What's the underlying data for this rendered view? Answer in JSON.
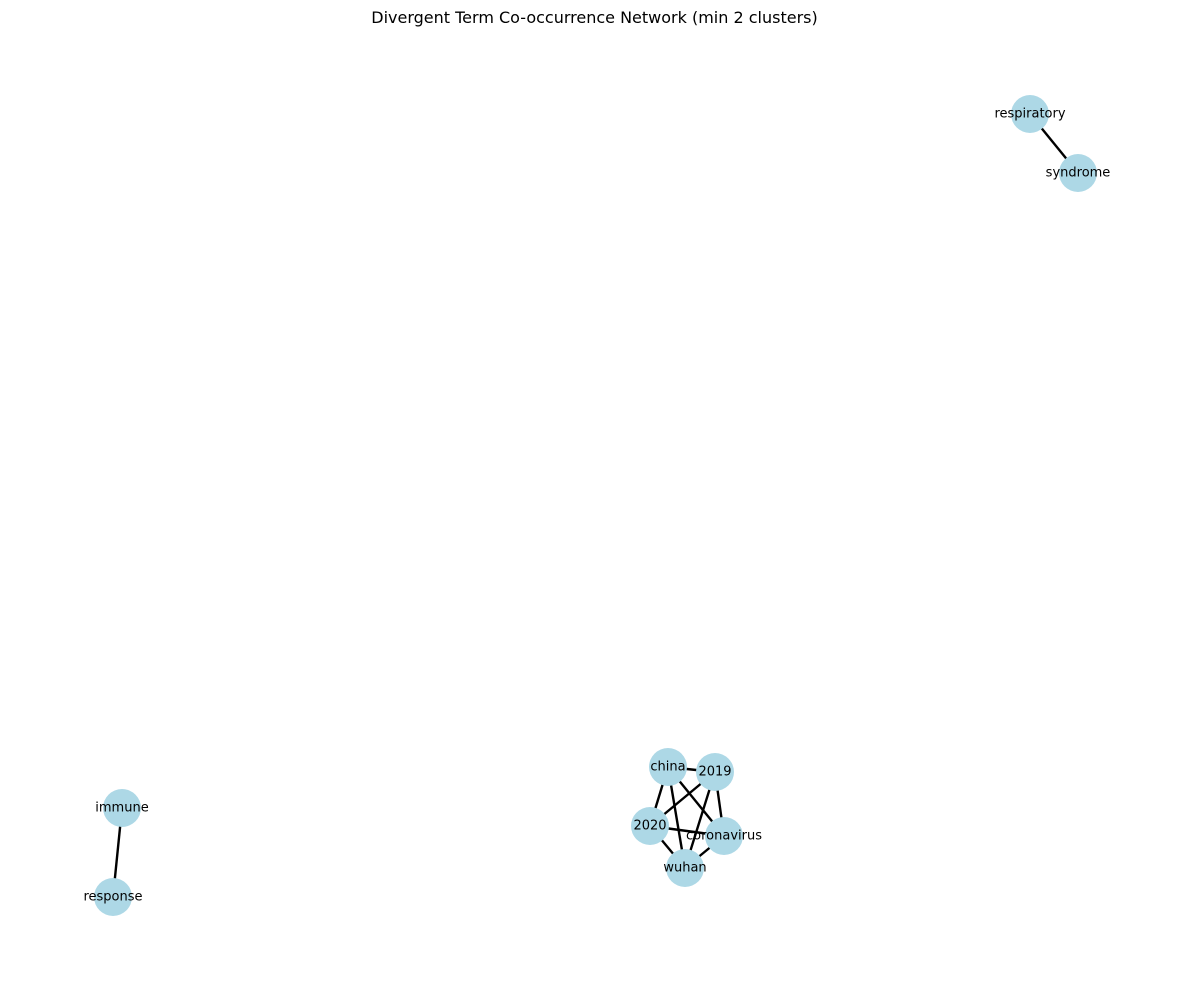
{
  "title": "Divergent Term Co-occurrence Network (min 2 clusters)",
  "colors": {
    "node_fill": "#add8e6",
    "edge_stroke": "#000000",
    "label_text": "#000000",
    "background": "#ffffff"
  },
  "nodes": [
    {
      "id": "respiratory",
      "label": "respiratory"
    },
    {
      "id": "syndrome",
      "label": "syndrome"
    },
    {
      "id": "china",
      "label": "china"
    },
    {
      "id": "2019",
      "label": "2019"
    },
    {
      "id": "2020",
      "label": "2020"
    },
    {
      "id": "coronavirus",
      "label": "coronavirus"
    },
    {
      "id": "wuhan",
      "label": "wuhan"
    },
    {
      "id": "immune",
      "label": "immune"
    },
    {
      "id": "response",
      "label": "response"
    }
  ],
  "edges": [
    [
      "respiratory",
      "syndrome"
    ],
    [
      "immune",
      "response"
    ],
    [
      "china",
      "2019"
    ],
    [
      "china",
      "2020"
    ],
    [
      "china",
      "coronavirus"
    ],
    [
      "china",
      "wuhan"
    ],
    [
      "2019",
      "2020"
    ],
    [
      "2019",
      "coronavirus"
    ],
    [
      "2019",
      "wuhan"
    ],
    [
      "2020",
      "coronavirus"
    ],
    [
      "2020",
      "wuhan"
    ],
    [
      "coronavirus",
      "wuhan"
    ]
  ]
}
